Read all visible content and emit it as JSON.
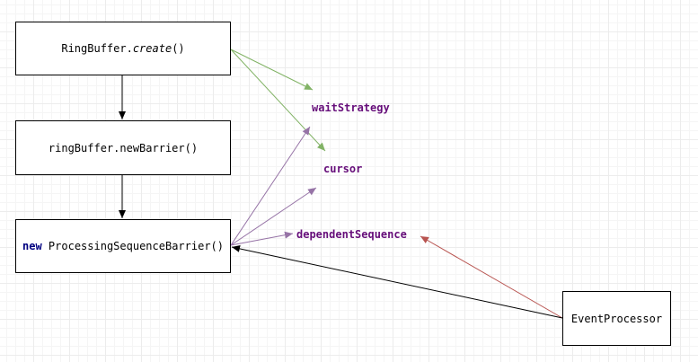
{
  "nodes": {
    "create": {
      "object": "RingBuffer.",
      "method": "create",
      "args": "()"
    },
    "barrier": {
      "label": "ringBuffer.newBarrier()"
    },
    "psb": {
      "keyword": "new",
      "label": "ProcessingSequenceBarrier()"
    },
    "processor": {
      "label": "EventProcessor"
    }
  },
  "fields": {
    "waitStrategy": "waitStrategy",
    "cursor": "cursor",
    "dependentSequence": "dependentSequence"
  },
  "colors": {
    "flow": "#000000",
    "ringbuffer": "#82b366",
    "barrier": "#9673a6",
    "processor": "#b85450",
    "field_text": "#660e7a",
    "keyword": "#000080"
  }
}
